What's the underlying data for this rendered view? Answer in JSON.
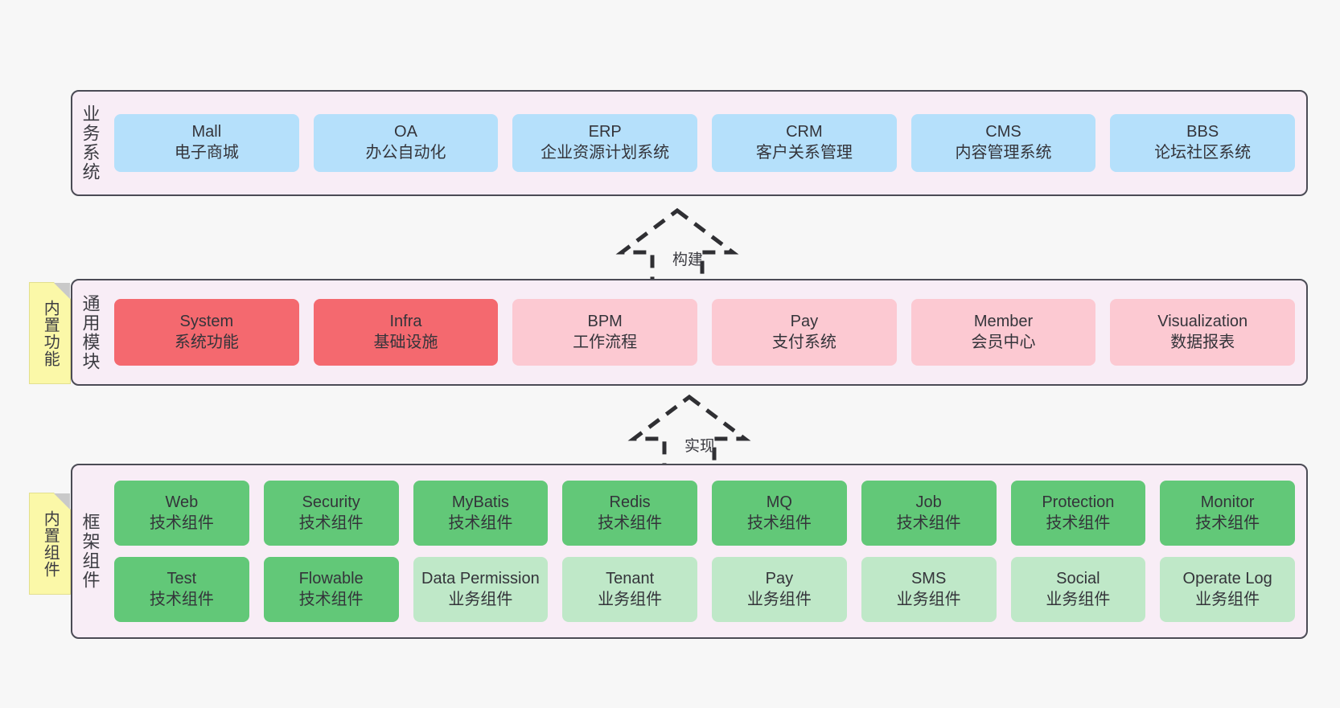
{
  "diagram": {
    "background_color": "#F7F7F7",
    "panel_color": "#F8EDF6",
    "panel_border_color": "#4B4B55",
    "note_color": "#FBF8A8"
  },
  "layers": [
    {
      "id": "business",
      "title": "业务系统",
      "rows": [
        {
          "cells": [
            {
              "name": "Mall",
              "sub": "电子商城",
              "style": "blue",
              "color": "#B5E0FB"
            },
            {
              "name": "OA",
              "sub": "办公自动化",
              "style": "blue",
              "color": "#B5E0FB"
            },
            {
              "name": "ERP",
              "sub": "企业资源计划系统",
              "style": "blue",
              "color": "#B5E0FB"
            },
            {
              "name": "CRM",
              "sub": "客户关系管理",
              "style": "blue",
              "color": "#B5E0FB"
            },
            {
              "name": "CMS",
              "sub": "内容管理系统",
              "style": "blue",
              "color": "#B5E0FB"
            },
            {
              "name": "BBS",
              "sub": "论坛社区系统",
              "style": "blue",
              "color": "#B5E0FB"
            }
          ]
        }
      ]
    },
    {
      "id": "common",
      "title": "通用模块",
      "rows": [
        {
          "cells": [
            {
              "name": "System",
              "sub": "系统功能",
              "style": "red",
              "color": "#F4696F"
            },
            {
              "name": "Infra",
              "sub": "基础设施",
              "style": "red",
              "color": "#F4696F"
            },
            {
              "name": "BPM",
              "sub": "工作流程",
              "style": "pink",
              "color": "#FCC9D2"
            },
            {
              "name": "Pay",
              "sub": "支付系统",
              "style": "pink",
              "color": "#FCC9D2"
            },
            {
              "name": "Member",
              "sub": "会员中心",
              "style": "pink",
              "color": "#FCC9D2"
            },
            {
              "name": "Visualization",
              "sub": "数据报表",
              "style": "pink",
              "color": "#FCC9D2"
            }
          ]
        }
      ]
    },
    {
      "id": "framework",
      "title": "框架组件",
      "rows": [
        {
          "cells": [
            {
              "name": "Web",
              "sub": "技术组件",
              "style": "green",
              "color": "#62C878"
            },
            {
              "name": "Security",
              "sub": "技术组件",
              "style": "green",
              "color": "#62C878"
            },
            {
              "name": "MyBatis",
              "sub": "技术组件",
              "style": "green",
              "color": "#62C878"
            },
            {
              "name": "Redis",
              "sub": "技术组件",
              "style": "green",
              "color": "#62C878"
            },
            {
              "name": "MQ",
              "sub": "技术组件",
              "style": "green",
              "color": "#62C878"
            },
            {
              "name": "Job",
              "sub": "技术组件",
              "style": "green",
              "color": "#62C878"
            },
            {
              "name": "Protection",
              "sub": "技术组件",
              "style": "green",
              "color": "#62C878"
            },
            {
              "name": "Monitor",
              "sub": "技术组件",
              "style": "green",
              "color": "#62C878"
            }
          ]
        },
        {
          "cells": [
            {
              "name": "Test",
              "sub": "技术组件",
              "style": "green",
              "color": "#62C878"
            },
            {
              "name": "Flowable",
              "sub": "技术组件",
              "style": "green",
              "color": "#62C878"
            },
            {
              "name": "Data Permission",
              "sub": "业务组件",
              "style": "lgreen",
              "color": "#BFE8C8"
            },
            {
              "name": "Tenant",
              "sub": "业务组件",
              "style": "lgreen",
              "color": "#BFE8C8"
            },
            {
              "name": "Pay",
              "sub": "业务组件",
              "style": "lgreen",
              "color": "#BFE8C8"
            },
            {
              "name": "SMS",
              "sub": "业务组件",
              "style": "lgreen",
              "color": "#BFE8C8"
            },
            {
              "name": "Social",
              "sub": "业务组件",
              "style": "lgreen",
              "color": "#BFE8C8"
            },
            {
              "name": "Operate Log",
              "sub": "业务组件",
              "style": "lgreen",
              "color": "#BFE8C8"
            }
          ]
        }
      ]
    }
  ],
  "notes": [
    {
      "id": "functions",
      "label": "内置功能"
    },
    {
      "id": "components",
      "label": "内置组件"
    }
  ],
  "arrows": [
    {
      "id": "build",
      "label": "构建"
    },
    {
      "id": "impl",
      "label": "实现"
    }
  ]
}
